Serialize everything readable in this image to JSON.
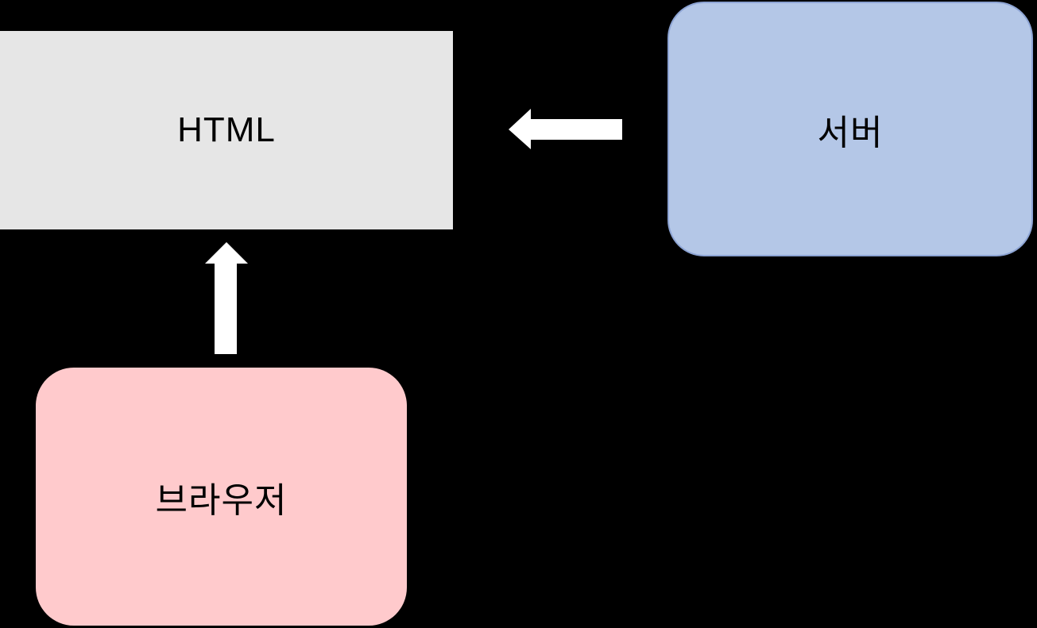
{
  "diagram": {
    "title": "browser-server-html-flow",
    "background_color": "#000000",
    "nodes": [
      {
        "id": "html",
        "label": "HTML",
        "shape": "rectangle",
        "fill": "#e6e6e6",
        "border": "none",
        "text_color": "#000000"
      },
      {
        "id": "server",
        "label": "서버",
        "shape": "rounded-rectangle",
        "fill": "#b4c7e7",
        "border": "#8da4d4",
        "text_color": "#000000"
      },
      {
        "id": "browser",
        "label": "브라우저",
        "shape": "rounded-rectangle",
        "fill": "#ffcacc",
        "border": "none",
        "text_color": "#000000"
      }
    ],
    "edges": [
      {
        "from": "server",
        "to": "html",
        "direction": "left",
        "style": "white-block-arrow",
        "color": "#ffffff"
      },
      {
        "from": "browser",
        "to": "html",
        "direction": "up",
        "style": "white-block-arrow",
        "color": "#ffffff"
      }
    ]
  }
}
